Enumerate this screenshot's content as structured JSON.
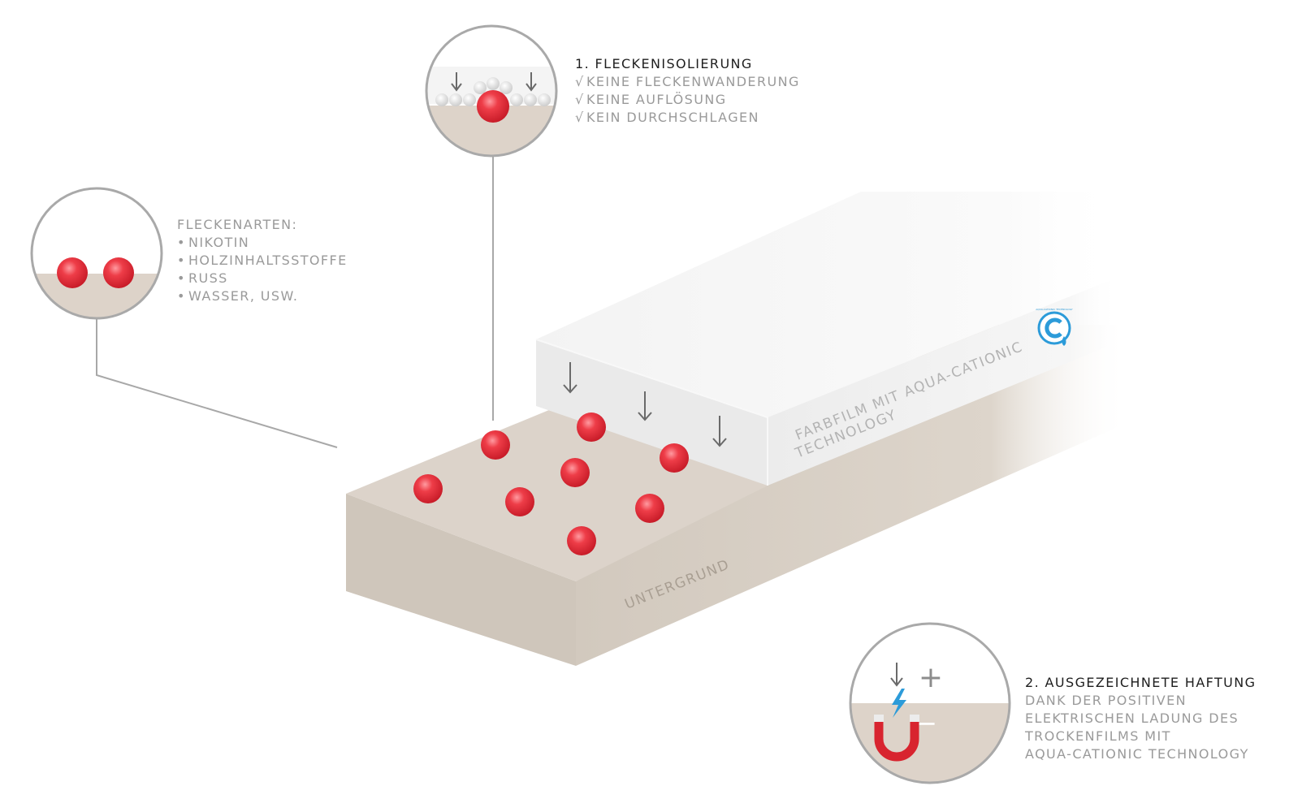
{
  "colors": {
    "background": "#ffffff",
    "substrate_top": "#dcd3ca",
    "substrate_side": "#cfc6bb",
    "paint_film": "#f4f4f4",
    "stain_red": "#e8303c",
    "callout_ring": "#a9a9a9",
    "logo_blue": "#2c9bd9",
    "heading_text": "#1e1e1e",
    "body_text": "#9a9a9a"
  },
  "stain_types": {
    "title": "FLECKENARTEN:",
    "bullet": "•",
    "items": [
      "NIKOTIN",
      "HOLZINHALTSSTOFFE",
      "RUß",
      "WASSER, USW."
    ]
  },
  "isolation": {
    "title": "1. FLECKENISOLIERUNG",
    "check": "√",
    "items": [
      "KEINE FLECKENWANDERUNG",
      "KEINE AUFLÖSUNG",
      "KEIN DURCHSCHLAGEN"
    ]
  },
  "adhesion": {
    "title": "2. AUSGEZEICHNETE HAFTUNG",
    "lines": [
      "DANK DER POSITIVEN",
      "ELEKTRISCHEN LADUNG DES",
      "TROCKENFILMS MIT",
      "AQUA-CATIONIC TECHNOLOGY"
    ]
  },
  "block": {
    "film_label_1": "FARBFILM MIT AQUA-CATIONIC",
    "film_label_2": "TECHNOLOGY",
    "substrate_label": "UNTERGRUND",
    "logo_ring_text": "AQUA-CATIONIC TECHNOLOGY"
  },
  "icons": {
    "down_arrow": "down-arrow-icon",
    "magnet": "magnet-icon",
    "lightning": "lightning-icon",
    "plus": "+",
    "minus": "−"
  }
}
